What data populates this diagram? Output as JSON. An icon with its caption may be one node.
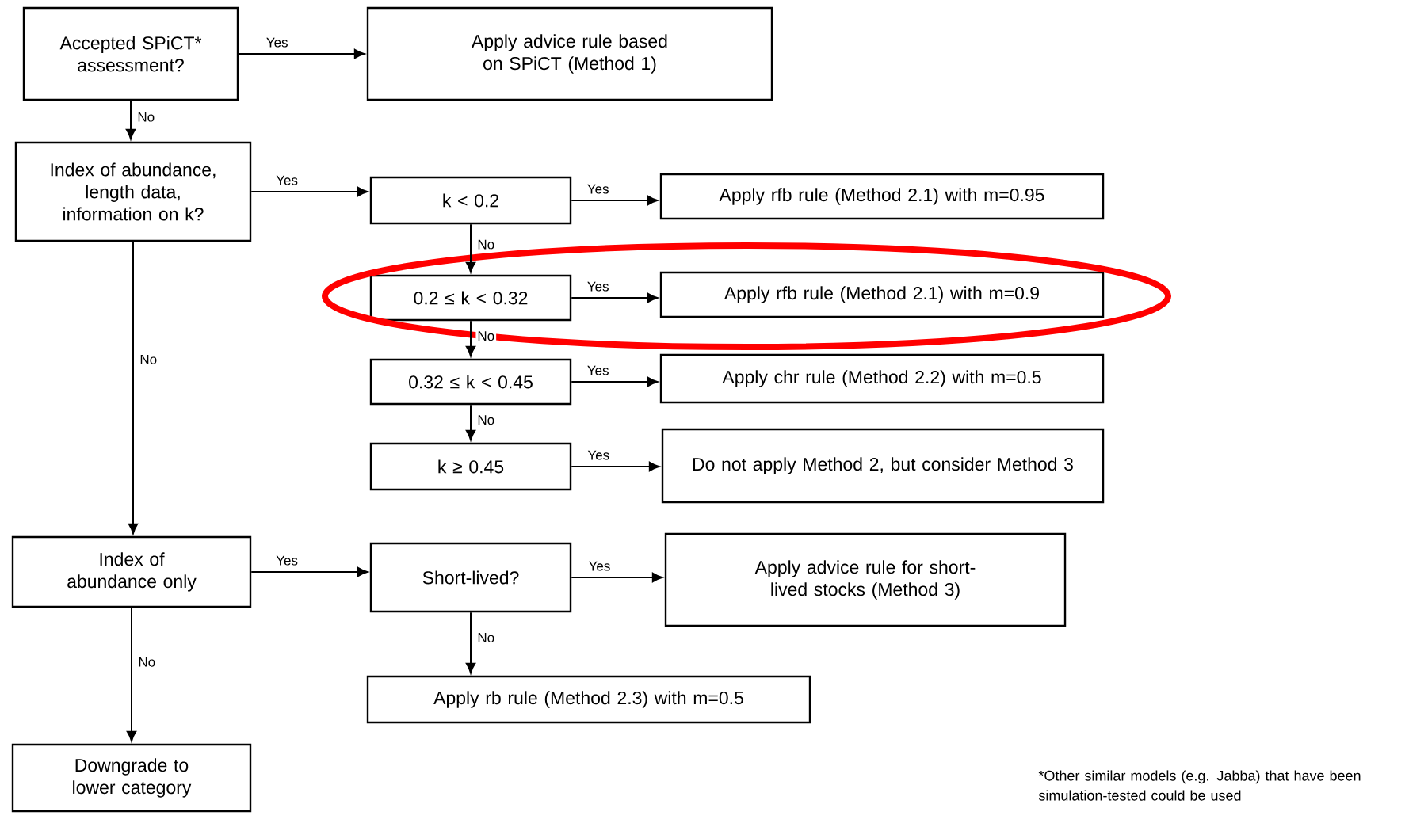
{
  "diagram": {
    "nodes": [
      {
        "text": [
          "Accepted SPiCT* assessment?"
        ]
      },
      {
        "text": [
          "Apply advice rule based on SPiCT (Method 1)"
        ]
      },
      {
        "text": [
          "Index of abundance, length data, information on k?"
        ]
      },
      {
        "text": [
          "k < 0.2"
        ]
      },
      {
        "text": [
          "Apply rfb rule (Method 2.1) with m=0.95"
        ]
      },
      {
        "text": [
          "0.2 ≤ k < 0.32"
        ]
      },
      {
        "text": [
          "Apply rfb rule (Method 2.1) with m=0.9"
        ]
      },
      {
        "text": [
          "0.32 ≤ k < 0.45"
        ]
      },
      {
        "text": [
          "Apply chr rule (Method 2.2) with m=0.5"
        ]
      },
      {
        "text": [
          "k ≥ 0.45"
        ]
      },
      {
        "text": [
          "Do not apply Method 2, but consider Method 3"
        ]
      },
      {
        "text": [
          "Index of abundance only"
        ]
      },
      {
        "text": [
          "Short-lived?"
        ]
      },
      {
        "text": [
          "Apply advice rule for short-lived stocks (Method 3)"
        ]
      },
      {
        "text": [
          "Apply rb rule (Method 2.3) with m=0.5"
        ]
      },
      {
        "text": [
          "Downgrade to lower category"
        ]
      }
    ],
    "edges": [
      {
        "from": 0,
        "to": 1,
        "arrow": "to",
        "label": "Yes"
      },
      {
        "from": 0,
        "to": 2,
        "arrow": "to",
        "label": "No"
      },
      {
        "from": 2,
        "to": 3,
        "arrow": "to",
        "label": "Yes"
      },
      {
        "from": 3,
        "to": 4,
        "arrow": "to",
        "label": "Yes"
      },
      {
        "from": 3,
        "to": 5,
        "arrow": "to",
        "label": "No"
      },
      {
        "from": 5,
        "to": 6,
        "arrow": "to",
        "label": "Yes"
      },
      {
        "from": 5,
        "to": 7,
        "arrow": "to",
        "label": "No"
      },
      {
        "from": 7,
        "to": 8,
        "arrow": "to",
        "label": "Yes"
      },
      {
        "from": 7,
        "to": 9,
        "arrow": "to",
        "label": "No"
      },
      {
        "from": 9,
        "to": 10,
        "arrow": "to",
        "label": "Yes"
      },
      {
        "from": 2,
        "to": 11,
        "arrow": "to",
        "label": "No"
      },
      {
        "from": 11,
        "to": 12,
        "arrow": "to",
        "label": "Yes"
      },
      {
        "from": 12,
        "to": 13,
        "arrow": "to",
        "label": "Yes"
      },
      {
        "from": 12,
        "to": 14,
        "arrow": "to",
        "label": "No"
      },
      {
        "from": 11,
        "to": 15,
        "arrow": "to",
        "label": "No"
      }
    ],
    "labels": [
      "*Other similar models (e.g. Jabba) that have been simulation-tested could be used"
    ]
  }
}
